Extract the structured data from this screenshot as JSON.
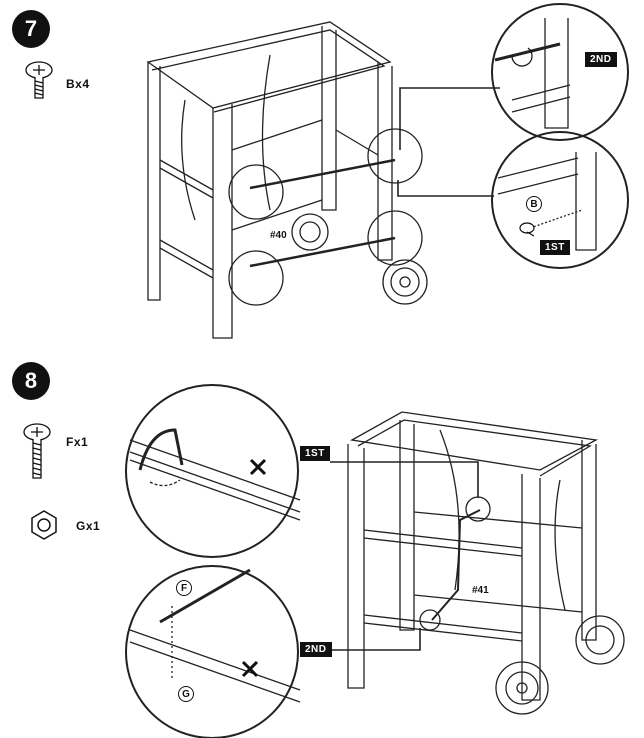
{
  "step7": {
    "number": "7",
    "part_qty": "Bx4",
    "part_number": "#40",
    "order_first": "1ST",
    "order_second": "2ND",
    "screw_letter": "B"
  },
  "step8": {
    "number": "8",
    "screw_qty": "Fx1",
    "nut_qty": "Gx1",
    "part_number": "#41",
    "order_first": "1ST",
    "order_second": "2ND",
    "screw_letter": "F",
    "nut_letter": "G"
  },
  "icons": [
    "screw-icon",
    "nut-icon",
    "rotate-arrow-icon",
    "cross-mark-icon"
  ]
}
